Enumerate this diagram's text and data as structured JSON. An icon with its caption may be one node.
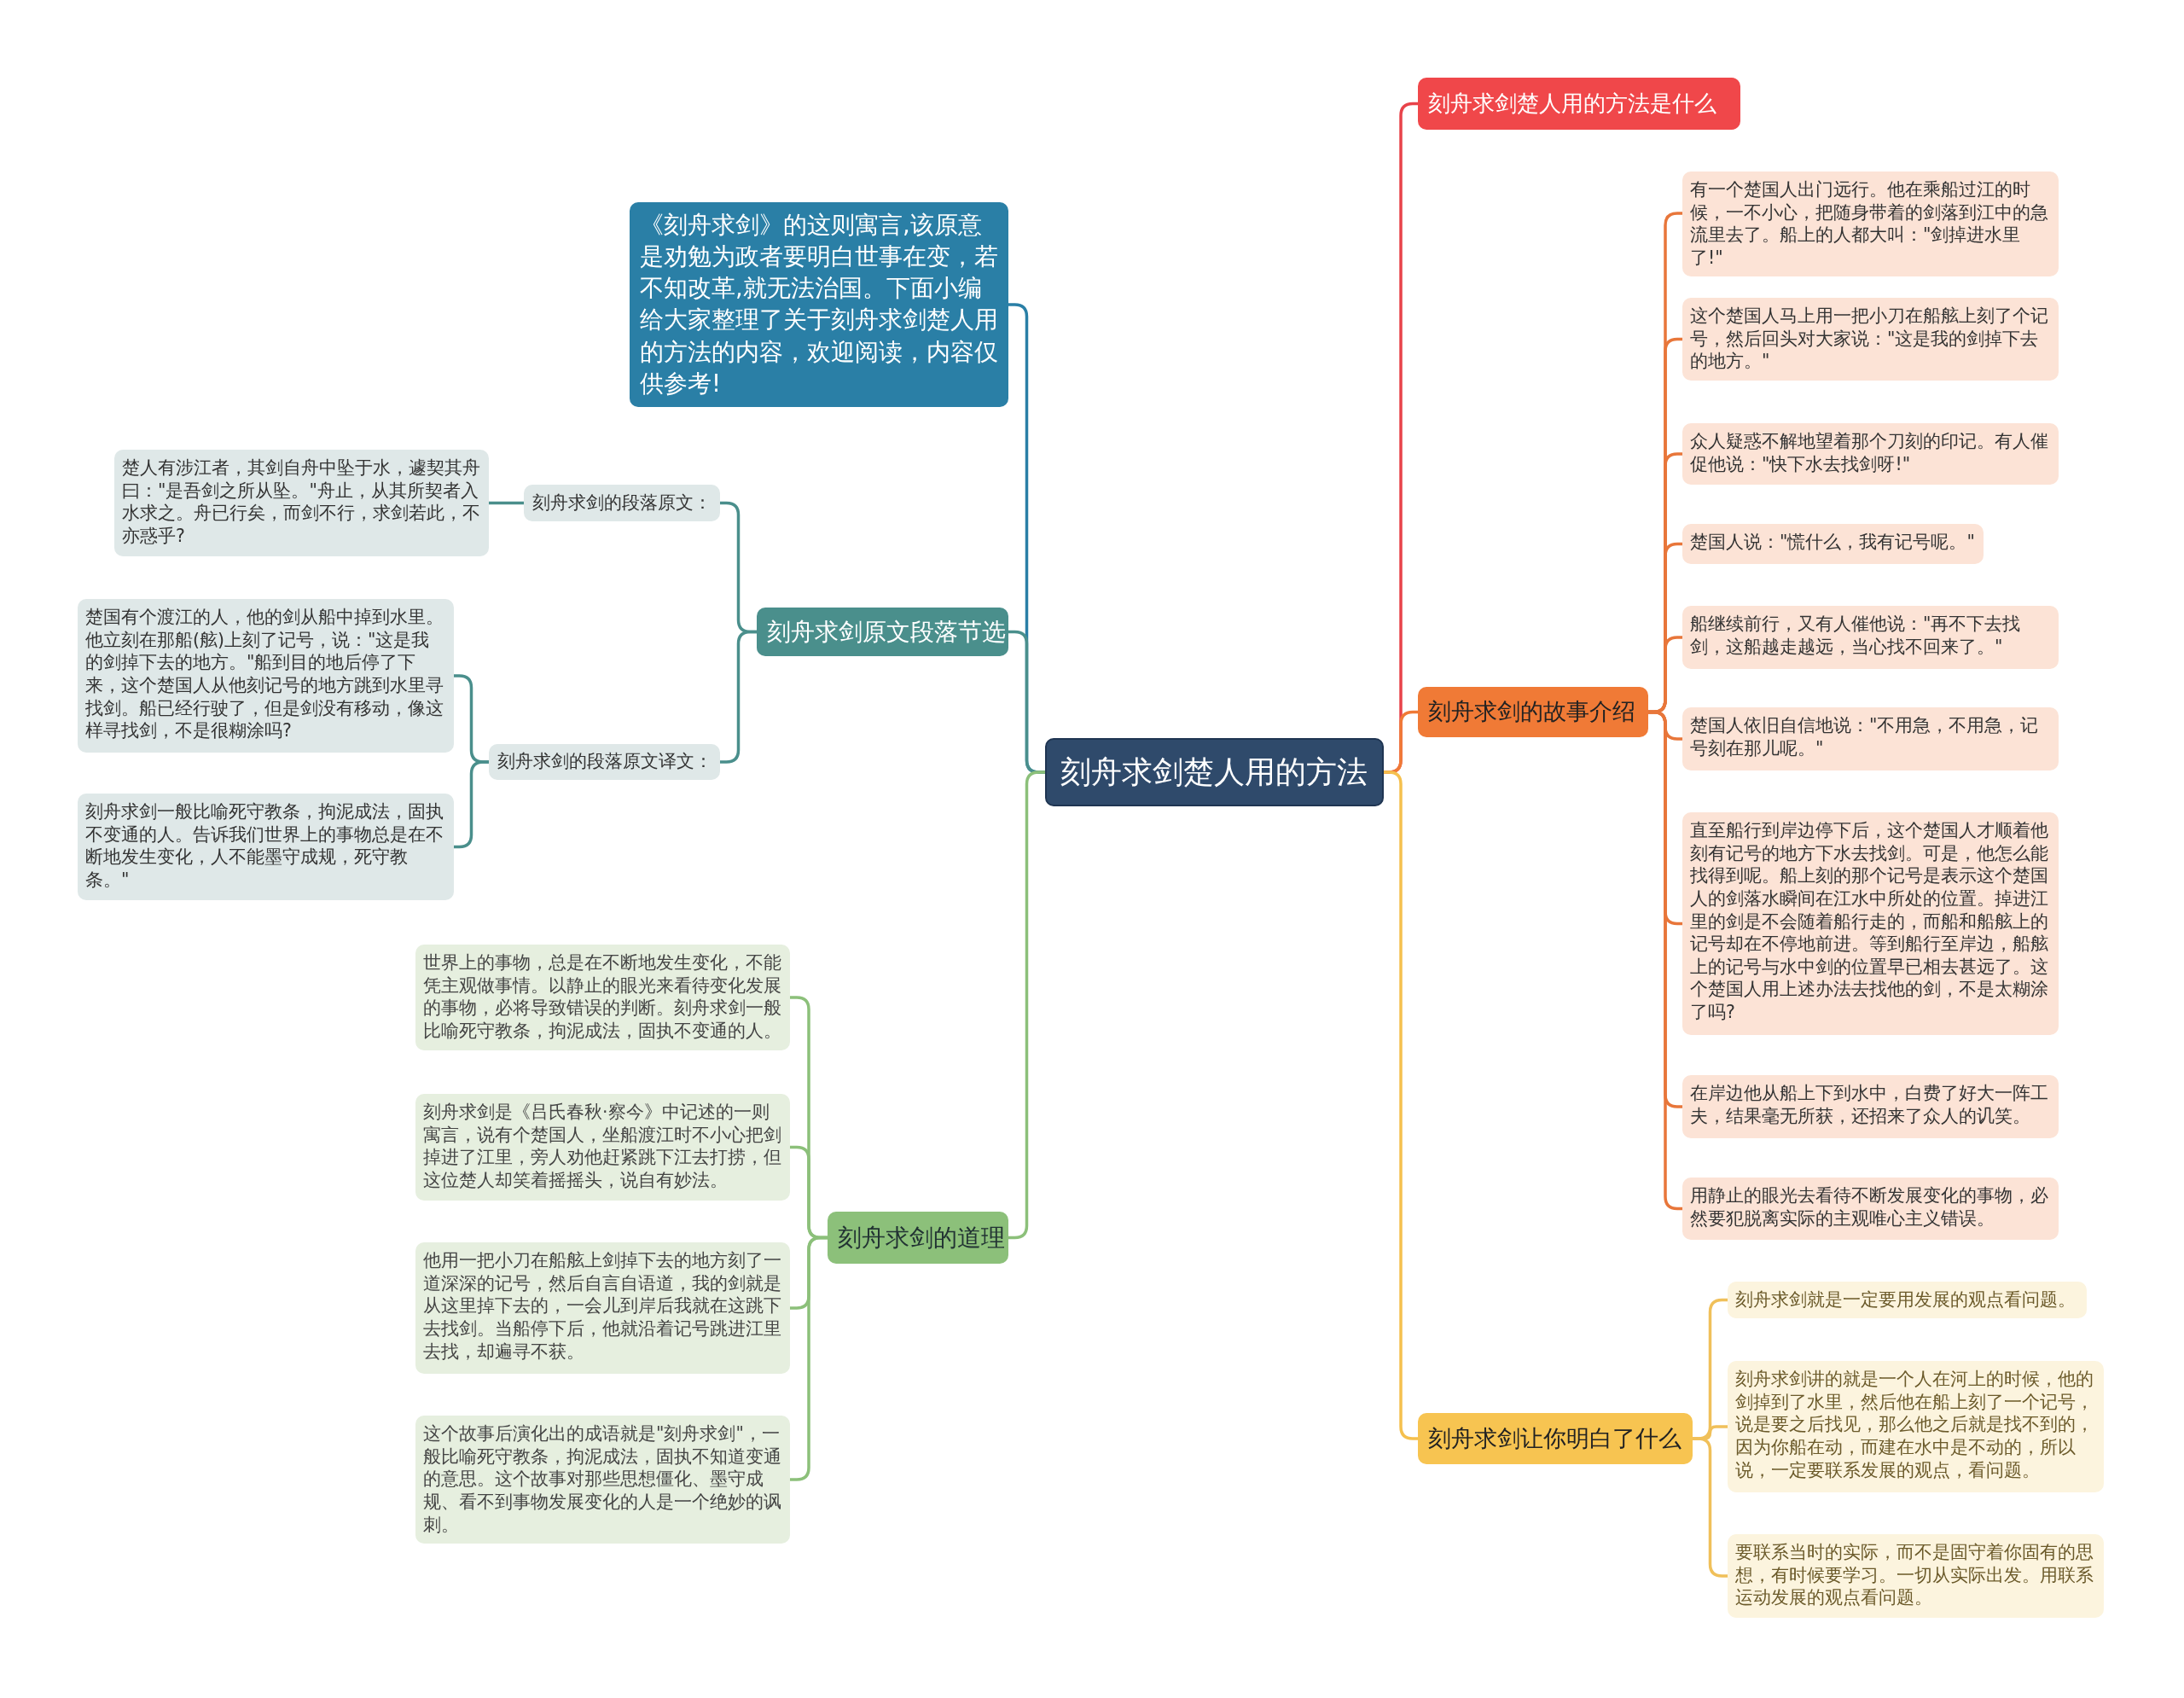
{
  "diagram": {
    "nodes": [
      {
        "text": [
          "刻舟求剑楚人用的方法"
        ]
      },
      {
        "text": [
          "《刻舟求剑》的这则寓言,该原意是劝勉为政者要明白世事在变，若不知改革,就无法治国。下面小编给大家整理了关于刻舟求剑楚人用的方法的内容，欢迎阅读，内容仅供参考!"
        ]
      },
      {
        "text": [
          "刻舟求剑原文段落节选"
        ]
      },
      {
        "text": [
          "刻舟求剑的段落原文："
        ]
      },
      {
        "text": [
          "楚人有涉江者，其剑自舟中坠于水，遽契其舟曰：\"是吾剑之所从坠。\"舟止，从其所契者入水求之。舟已行矣，而剑不行，求剑若此，不亦惑乎?"
        ]
      },
      {
        "text": [
          "刻舟求剑的段落原文译文："
        ]
      },
      {
        "text": [
          "楚国有个渡江的人，他的剑从船中掉到水里。他立刻在那船(舷)上刻了记号，说：\"这是我的剑掉下去的地方。\"船到目的地后停了下来，这个楚国人从他刻记号的地方跳到水里寻找剑。船已经行驶了，但是剑没有移动，像这样寻找剑，不是很糊涂吗?"
        ]
      },
      {
        "text": [
          "刻舟求剑一般比喻死守教条，拘泥成法，固执不变通的人。告诉我们世界上的事物总是在不断地发生变化，人不能墨守成规，死守教条。\""
        ]
      },
      {
        "text": [
          "刻舟求剑的道理"
        ]
      },
      {
        "text": [
          "世界上的事物，总是在不断地发生变化，不能凭主观做事情。以静止的眼光来看待变化发展的事物，必将导致错误的判断。刻舟求剑一般比喻死守教条，拘泥成法，固执不变通的人。"
        ]
      },
      {
        "text": [
          "刻舟求剑是《吕氏春秋·察今》中记述的一则寓言，说有个楚国人，坐船渡江时不小心把剑掉进了江里，旁人劝他赶紧跳下江去打捞，但这位楚人却笑着摇摇头，说自有妙法。"
        ]
      },
      {
        "text": [
          "他用一把小刀在船舷上剑掉下去的地方刻了一道深深的记号，然后自言自语道，我的剑就是从这里掉下去的，一会儿到岸后我就在这跳下去找剑。当船停下后，他就沿着记号跳进江里去找，却遍寻不获。"
        ]
      },
      {
        "text": [
          "这个故事后演化出的成语就是\"刻舟求剑\"，一般比喻死守教条，拘泥成法，固执不知道变通的意思。这个故事对那些思想僵化、墨守成规、看不到事物发展变化的人是一个绝妙的讽刺。"
        ]
      },
      {
        "text": [
          "刻舟求剑楚人用的方法是什么"
        ]
      },
      {
        "text": [
          "刻舟求剑的故事介绍"
        ]
      },
      {
        "text": [
          "有一个楚国人出门远行。他在乘船过江的时候，一不小心，把随身带着的剑落到江中的急流里去了。船上的人都大叫：\"剑掉进水里了!\""
        ]
      },
      {
        "text": [
          "这个楚国人马上用一把小刀在船舷上刻了个记号，然后回头对大家说：\"这是我的剑掉下去的地方。\""
        ]
      },
      {
        "text": [
          "众人疑惑不解地望着那个刀刻的印记。有人催促他说：\"快下水去找剑呀!\""
        ]
      },
      {
        "text": [
          "楚国人说：\"慌什么，我有记号呢。\""
        ]
      },
      {
        "text": [
          "船继续前行，又有人催他说：\"再不下去找剑，这船越走越远，当心找不回来了。\""
        ]
      },
      {
        "text": [
          "楚国人依旧自信地说：\"不用急，不用急，记号刻在那儿呢。\""
        ]
      },
      {
        "text": [
          "直至船行到岸边停下后，这个楚国人才顺着他刻有记号的地方下水去找剑。可是，他怎么能找得到呢。船上刻的那个记号是表示这个楚国人的剑落水瞬间在江水中所处的位置。掉进江里的剑是不会随着船行走的，而船和船舷上的记号却在不停地前进。等到船行至岸边，船舷上的记号与水中剑的位置早已相去甚远了。这个楚国人用上述办法去找他的剑，不是太糊涂了吗?"
        ]
      },
      {
        "text": [
          "在岸边他从船上下到水中，白费了好大一阵工夫，结果毫无所获，还招来了众人的讥笑。"
        ]
      },
      {
        "text": [
          "用静止的眼光去看待不断发展变化的事物，必然要犯脱离实际的主观唯心主义错误。"
        ]
      },
      {
        "text": [
          "刻舟求剑让你明白了什么"
        ]
      },
      {
        "text": [
          "刻舟求剑就是一定要用发展的观点看问题。"
        ]
      },
      {
        "text": [
          "刻舟求剑讲的就是一个人在河上的时候，他的剑掉到了水里，然后他在船上刻了一个记号，说是要之后找见，那么他之后就是找不到的，因为你船在动，而建在水中是不动的，所以说，一定要联系发展的观点，看问题。"
        ]
      },
      {
        "text": [
          "要联系当时的实际，而不是固守着你固有的思想，有时候要学习。一切从实际出发。用联系运动发展的观点看问题。"
        ]
      }
    ],
    "edges": [
      {
        "from": 0,
        "to": 1,
        "arrow": "none",
        "color": "#2a7fa6"
      },
      {
        "from": 0,
        "to": 2,
        "arrow": "none",
        "color": "#4a8f8c"
      },
      {
        "from": 2,
        "to": 3,
        "arrow": "none",
        "color": "#4a8f8c"
      },
      {
        "from": 3,
        "to": 4,
        "arrow": "none",
        "color": "#4a8f8c"
      },
      {
        "from": 2,
        "to": 5,
        "arrow": "none",
        "color": "#4a8f8c"
      },
      {
        "from": 5,
        "to": 6,
        "arrow": "none",
        "color": "#4a8f8c"
      },
      {
        "from": 5,
        "to": 7,
        "arrow": "none",
        "color": "#4a8f8c"
      },
      {
        "from": 0,
        "to": 8,
        "arrow": "none",
        "color": "#8cc07a"
      },
      {
        "from": 8,
        "to": 9,
        "arrow": "none",
        "color": "#8cc07a"
      },
      {
        "from": 8,
        "to": 10,
        "arrow": "none",
        "color": "#8cc07a"
      },
      {
        "from": 8,
        "to": 11,
        "arrow": "none",
        "color": "#8cc07a"
      },
      {
        "from": 8,
        "to": 12,
        "arrow": "none",
        "color": "#8cc07a"
      },
      {
        "from": 0,
        "to": 13,
        "arrow": "none",
        "color": "#e8434a"
      },
      {
        "from": 0,
        "to": 14,
        "arrow": "none",
        "color": "#f07a36"
      },
      {
        "from": 14,
        "to": 15,
        "arrow": "none",
        "color": "#e8763a"
      },
      {
        "from": 14,
        "to": 16,
        "arrow": "none",
        "color": "#e8763a"
      },
      {
        "from": 14,
        "to": 17,
        "arrow": "none",
        "color": "#e8763a"
      },
      {
        "from": 14,
        "to": 18,
        "arrow": "none",
        "color": "#e8763a"
      },
      {
        "from": 14,
        "to": 19,
        "arrow": "none",
        "color": "#e8763a"
      },
      {
        "from": 14,
        "to": 20,
        "arrow": "none",
        "color": "#e8763a"
      },
      {
        "from": 14,
        "to": 21,
        "arrow": "none",
        "color": "#e8763a"
      },
      {
        "from": 14,
        "to": 22,
        "arrow": "none",
        "color": "#e8763a"
      },
      {
        "from": 14,
        "to": 23,
        "arrow": "none",
        "color": "#e8763a"
      },
      {
        "from": 0,
        "to": 24,
        "arrow": "none",
        "color": "#f5c04e"
      },
      {
        "from": 24,
        "to": 25,
        "arrow": "none",
        "color": "#f0c05a"
      },
      {
        "from": 24,
        "to": 26,
        "arrow": "none",
        "color": "#f0c05a"
      },
      {
        "from": 24,
        "to": 27,
        "arrow": "none",
        "color": "#f0c05a"
      }
    ]
  }
}
